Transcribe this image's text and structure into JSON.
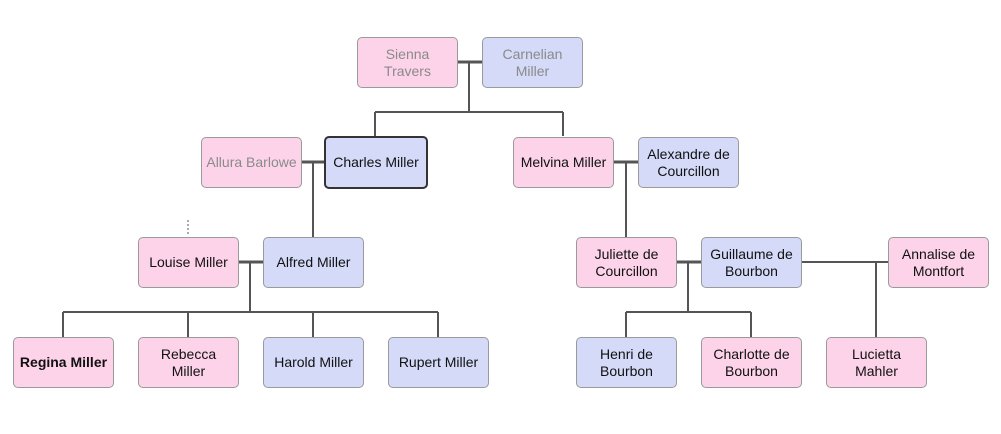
{
  "people": {
    "sienna_travers": {
      "name": "Sienna Travers",
      "gender": "female",
      "muted": true
    },
    "carnelian_miller": {
      "name": "Carnelian Miller",
      "gender": "male",
      "muted": true
    },
    "allura_barlowe": {
      "name": "Allura Barlowe",
      "gender": "female",
      "muted": true
    },
    "charles_miller": {
      "name": "Charles Miller",
      "gender": "male",
      "focus": true
    },
    "melvina_miller": {
      "name": "Melvina Miller",
      "gender": "female"
    },
    "alexandre_de_courcillon": {
      "name": "Alexandre de Courcillon",
      "gender": "male"
    },
    "louise_miller": {
      "name": "Louise Miller",
      "gender": "female"
    },
    "alfred_miller": {
      "name": "Alfred Miller",
      "gender": "male"
    },
    "juliette_de_courcillon": {
      "name": "Juliette de Courcillon",
      "gender": "female"
    },
    "guillaume_de_bourbon": {
      "name": "Guillaume de Bourbon",
      "gender": "male"
    },
    "annalise_de_montfort": {
      "name": "Annalise de Montfort",
      "gender": "female"
    },
    "regina_miller": {
      "name": "Regina Miller",
      "gender": "female",
      "bold": true
    },
    "rebecca_miller": {
      "name": "Rebecca Miller",
      "gender": "female"
    },
    "harold_miller": {
      "name": "Harold Miller",
      "gender": "male"
    },
    "rupert_miller": {
      "name": "Rupert Miller",
      "gender": "male"
    },
    "henri_de_bourbon": {
      "name": "Henri de Bourbon",
      "gender": "male"
    },
    "charlotte_de_bourbon": {
      "name": "Charlotte de Bourbon",
      "gender": "female"
    },
    "lucietta_mahler": {
      "name": "Lucietta Mahler",
      "gender": "female"
    }
  },
  "colors": {
    "female": "#fdd3ea",
    "male": "#d4daf8",
    "line": "#555555",
    "border": "#9a9a9a"
  }
}
